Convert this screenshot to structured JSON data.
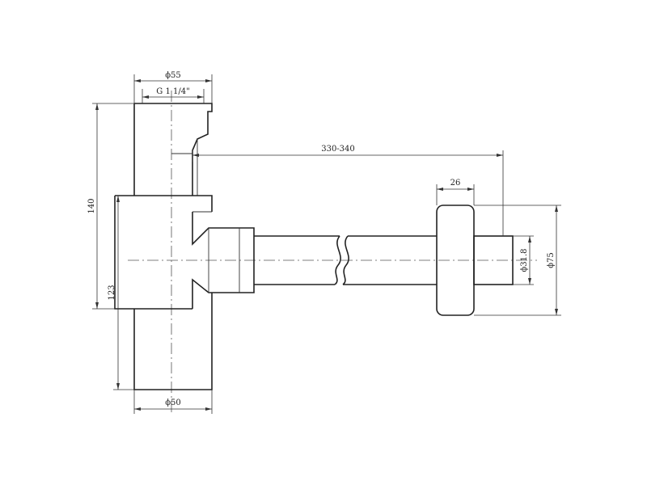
{
  "drawing": {
    "dimensions": {
      "top_diameter": "ϕ55",
      "thread": "G 1 1/4\"",
      "pipe_length": "330-340",
      "flange_thickness": "26",
      "total_height": "140",
      "lower_height": "123",
      "bottom_diameter": "ϕ50",
      "pipe_diameter": "ϕ31.8",
      "flange_diameter": "ϕ75"
    }
  }
}
